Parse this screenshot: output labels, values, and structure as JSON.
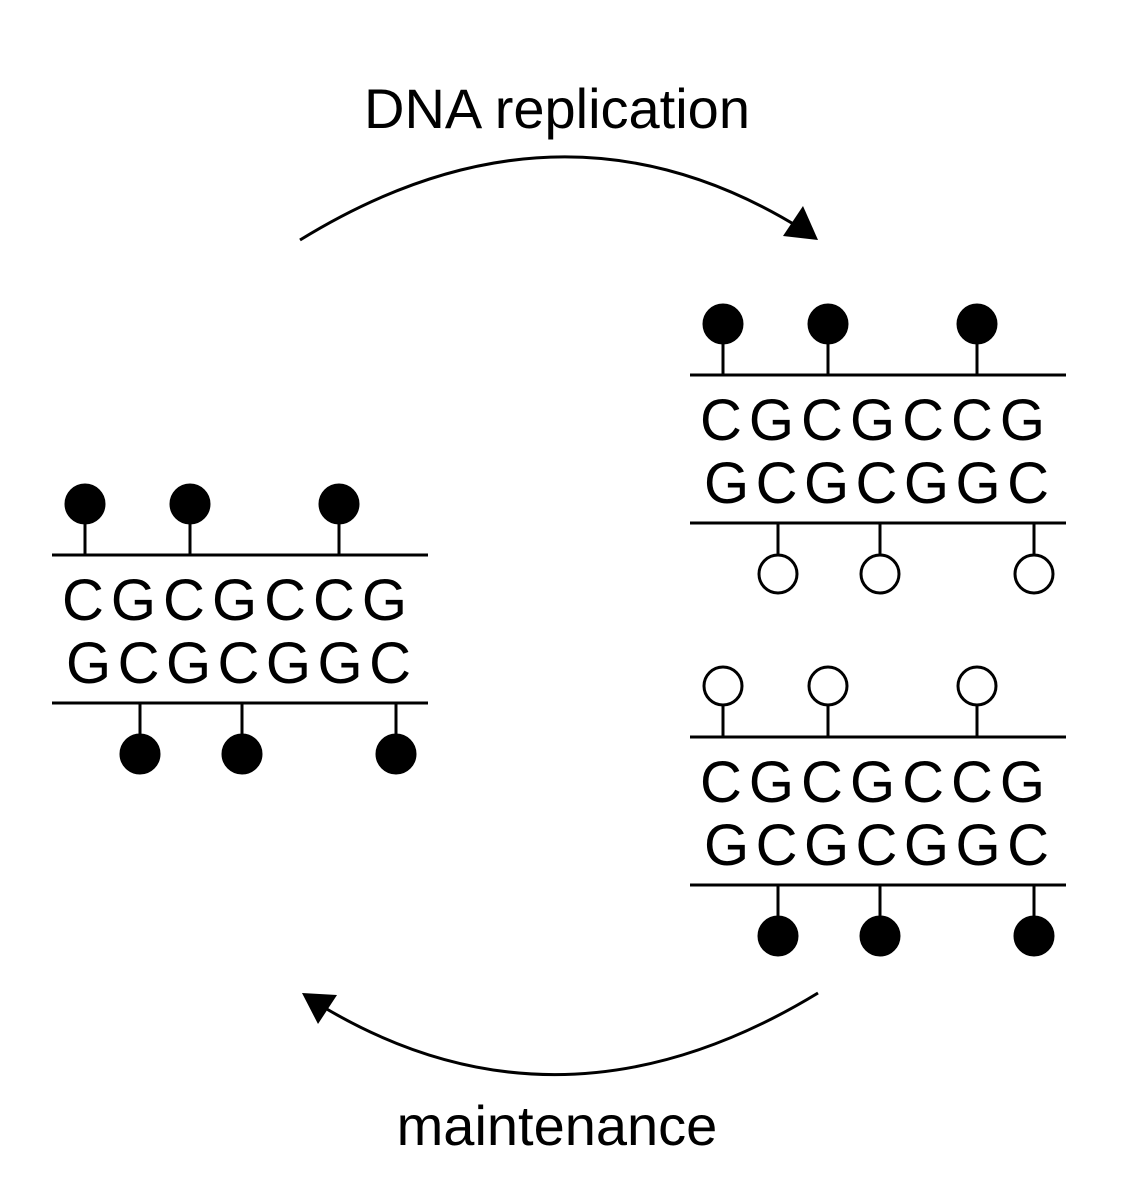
{
  "labels": {
    "top": "DNA replication",
    "bottom": "maintenance"
  },
  "colors": {
    "ink": "#000000",
    "background": "#ffffff"
  },
  "duplexes": [
    {
      "id": "parent",
      "top_sequence": "CGCGCCG",
      "bottom_sequence": "GCGCGGC",
      "top_methyl": [
        "filled",
        "filled",
        "filled"
      ],
      "bottom_methyl": [
        "filled",
        "filled",
        "filled"
      ]
    },
    {
      "id": "daughter-1",
      "top_sequence": "CGCGCCG",
      "bottom_sequence": "GCGCGGC",
      "top_methyl": [
        "filled",
        "filled",
        "filled"
      ],
      "bottom_methyl": [
        "open",
        "open",
        "open"
      ]
    },
    {
      "id": "daughter-2",
      "top_sequence": "CGCGCCG",
      "bottom_sequence": "GCGCGGC",
      "top_methyl": [
        "open",
        "open",
        "open"
      ],
      "bottom_methyl": [
        "filled",
        "filled",
        "filled"
      ]
    }
  ]
}
